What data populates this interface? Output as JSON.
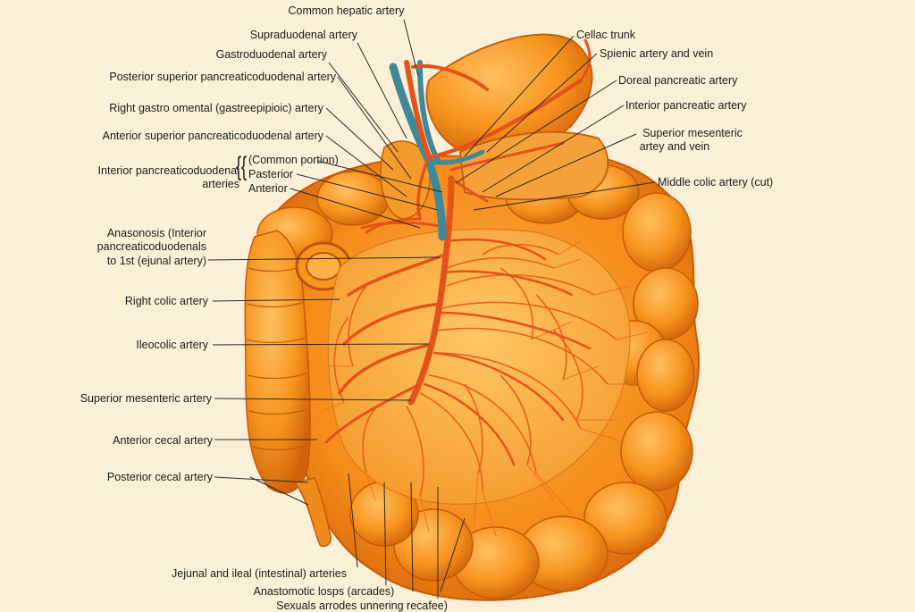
{
  "labels": {
    "common_hepatic_artery": "Common hepatic artery",
    "supraduodenal_artery": "Supraduodenal artery",
    "gastroduodenal_artery": "Gastroduodenal artery",
    "posterior_superior_pd_artery": "Posterior superior pancreaticoduodenal artery",
    "right_gastro_omental_artery": "Right gastro omental (gastreepipioic) artery",
    "anterior_superior_pd_artery": "Anterior superior pancreaticoduodenal artery",
    "interior_pd_arteries_line1": "Interior pancreaticoduodenal",
    "interior_pd_arteries_line2": "arteries",
    "common_portion": "(Common portion)",
    "posterior": "Pasterior",
    "anterior": "Anterior",
    "anasonosis_line1": "Anasonosis (Interior",
    "anasonosis_line2": "pancreaticoduodenals",
    "anasonosis_line3": "to 1st (ejunal artery)",
    "right_colic_artery": "Right colic artery",
    "ileocolic_artery": "Ileocolic artery",
    "superior_mesenteric_artery": "Superior mesenteric artery",
    "anterior_cecal_artery": "Anterior cecal artery",
    "posterior_cecal_artery": "Posterior cecal artery",
    "jejunal_ileal_arteries": "Jejunal and ileal (intestinal) arteries",
    "anastomotic_loops": "Anastomotic losps (arcades)",
    "sexuals_arrodes": "Sexuals arrodes unnering recafee)",
    "celiac_trunk": "Cellac trunk",
    "splenic_artery_vein": "Spienic artery and vein",
    "dorsal_pancreatic_artery": "Doreal pancreatic artery",
    "interior_pancreatic_artery": "Interior pancreatic artery",
    "superior_mesenteric_av_line1": "Superior mesenteric",
    "superior_mesenteric_av_line2": "artey and vein",
    "middle_colic_artery": "Middle colic artery (cut)"
  },
  "colors": {
    "background": "#fbefd7",
    "intestine": "#f7931e",
    "intestine_dark": "#d86a0c",
    "intestine_light": "#ffb347",
    "artery": "#e8541a",
    "vein": "#3e8a9a",
    "leader_line": "#2a2a2a"
  }
}
